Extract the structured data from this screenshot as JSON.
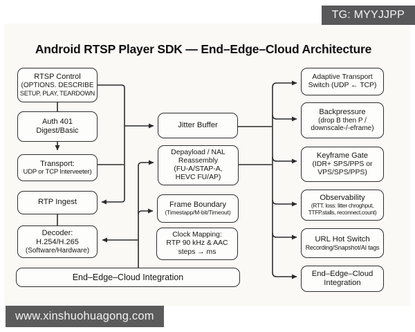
{
  "watermarks": {
    "badge": "TG: MYYJJPP",
    "site": "www.xinshuohuagong.com"
  },
  "title": "Android RTSP Player SDK — End–Edge–Cloud Architecture",
  "colors": {
    "line": "#2b2b2b",
    "box_border": "#2e2e2e",
    "box_fill": "#fdfdfb",
    "panel_bg": "#faf9f5",
    "badge_bg": "#58585a",
    "footer_bg": "#5b5b5b",
    "text": "#151515"
  },
  "nodes": {
    "rtsp_control": [
      "RTSP Control",
      "(OPTIONS. DESCRIBE",
      "SETUP, PLAY, TEARDOWN"
    ],
    "auth": [
      "Auth 401",
      "Digest/Basic"
    ],
    "transport": [
      "Transport:",
      "UDP or TCP Interveeter)"
    ],
    "rtp_ingest": [
      "RTP Ingest"
    ],
    "decoder": [
      "Decoder:",
      "H.254/H.265",
      "(Software/Hardware)"
    ],
    "integration_wide": [
      "End–Edge–Cloud Integration"
    ],
    "jitter_buffer": [
      "Jitter Buffer"
    ],
    "depayload": [
      "Depayload / NAL",
      "Reassembly",
      "(FU-A/STAP-A,",
      "HEVC FU/AP)"
    ],
    "frame_boundary": [
      "Frame Boundary",
      "(Timestapp/M-bit/Timeout)"
    ],
    "clock_mapping": [
      "Clock Mapping:",
      "RTP 90 kHz & AAC",
      "steps → ms"
    ],
    "adaptive_switch": [
      "Adaptive Transport",
      "Switch (UDP ← TCP)"
    ],
    "backpressure": [
      "Backpressure",
      "(drop B then P /",
      "downscale-/-eframe)"
    ],
    "keyframe_gate": [
      "Keyframe Gate",
      "(IDR+ SPS/PPS or",
      "VPS/SPS/PPS)"
    ],
    "observability": [
      "Observability",
      "(RTT. loss: litter chroghput,",
      "TTFP.stalls, reconnect.count)"
    ],
    "url_hot_switch": [
      "URL Hot Switch",
      "Recording/Snapshot/AI tags"
    ],
    "integration_right": [
      "End–Edge–Cloud",
      "Integration"
    ]
  }
}
